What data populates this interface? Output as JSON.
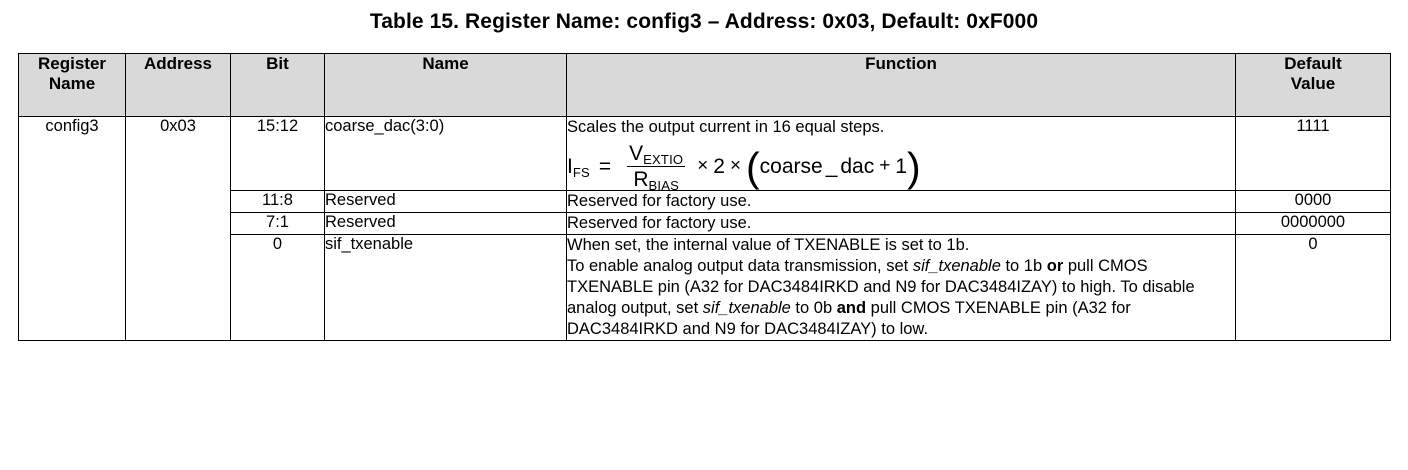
{
  "title": "Table 15. Register Name: config3 – Address: 0x03, Default: 0xF000",
  "table": {
    "headers": {
      "register_name": "Register\nName",
      "register_name_line1": "Register",
      "register_name_line2": "Name",
      "address": "Address",
      "bit": "Bit",
      "name": "Name",
      "function": "Function",
      "default_value_line1": "Default",
      "default_value_line2": "Value"
    },
    "rows": [
      {
        "register_name": "config3",
        "address": "0x03",
        "bit": "15:12",
        "name": "coarse_dac(3:0)",
        "function_text": "Scales the output current in 16 equal steps.",
        "equation": {
          "lhs_var": "I",
          "lhs_sub": "FS",
          "equals": "=",
          "numerator_var": "V",
          "numerator_sub": "EXTIO",
          "denominator_var": "R",
          "denominator_sub": "BIAS",
          "times1": "×",
          "factor": "2",
          "times2": "×",
          "open_paren": "(",
          "group_left": "coarse",
          "group_underscore": "_",
          "group_right": "dac",
          "plus": "+",
          "group_value": "1",
          "close_paren": ")"
        },
        "default_value": "1111"
      },
      {
        "bit": "11:8",
        "name": "Reserved",
        "function_text": "Reserved for factory use.",
        "default_value": "0000"
      },
      {
        "bit": "7:1",
        "name": "Reserved",
        "function_text": "Reserved for factory use.",
        "default_value": "0000000"
      },
      {
        "bit": "0",
        "name": "sif_txenable",
        "function_line1": "When set, the internal value of TXENABLE is set to 1b.",
        "function_line2_a": "To enable analog output data transmission, set ",
        "function_line2_italic": "sif_txenable",
        "function_line2_b": " to 1b ",
        "function_line2_bold": "or",
        "function_line2_c": " pull CMOS TXENABLE pin (A32 for DAC3484IRKD and N9 for DAC3484IZAY) to high. To disable analog output, set ",
        "function_line2_italic2": "sif_txenable",
        "function_line2_d": " to 0b ",
        "function_line2_bold2": "and",
        "function_line2_e": " pull CMOS TXENABLE pin (A32 for DAC3484IRKD and N9 for DAC3484IZAY) to low.",
        "default_value": "0"
      }
    ]
  },
  "colors": {
    "header_background": "#d9d9d9",
    "border": "#000000",
    "text": "#000000",
    "page_background": "#ffffff"
  }
}
